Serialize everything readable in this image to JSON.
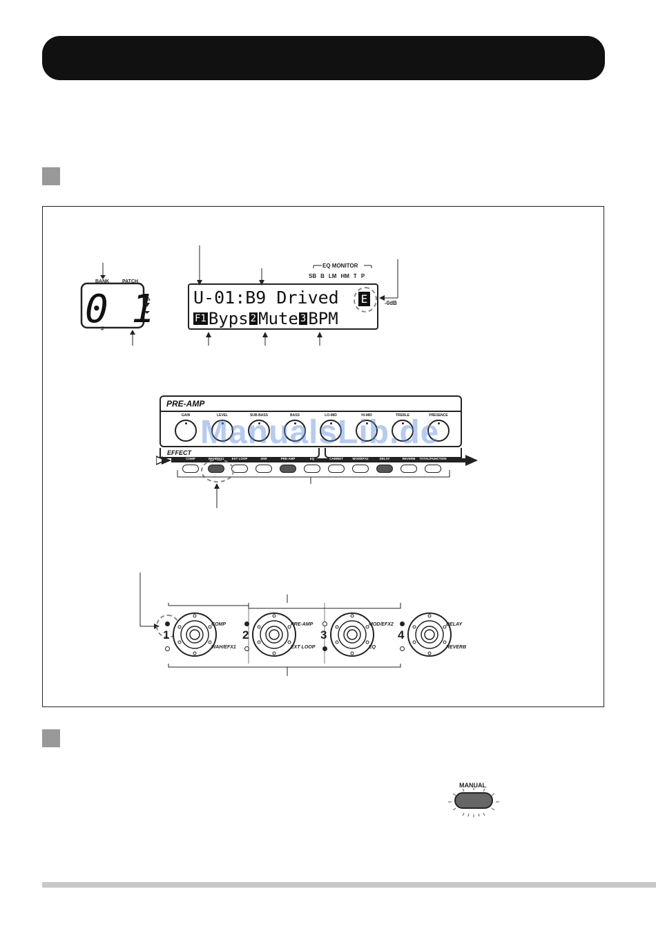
{
  "led_display": {
    "bank_label": "BANK",
    "patch_label": "PATCH",
    "digits": "01",
    "hash_label": "#"
  },
  "lcd": {
    "eq_monitor_label": "EQ MONITOR",
    "eq_bands": [
      "SB",
      "B",
      "LM",
      "HM",
      "T",
      "P"
    ],
    "line1": "U-01:B9 Drived",
    "line2_items": [
      {
        "tag": "F1",
        "text": "Byps"
      },
      {
        "tag": "2",
        "text": "Mute"
      },
      {
        "tag": "3",
        "text": "BPM"
      }
    ],
    "level_label": "-0dB"
  },
  "preamp": {
    "title": "PRE-AMP",
    "knobs": [
      "GAIN",
      "LEVEL",
      "SUB-BASS",
      "BASS",
      "LO-MID",
      "HI-MID",
      "TREBLE",
      "PRESENCE"
    ],
    "effect_label": "EFFECT",
    "modules": [
      {
        "label": "COMP",
        "lit": false
      },
      {
        "label": "WAH/EFX1",
        "lit": true
      },
      {
        "label": "EXT LOOP",
        "lit": false
      },
      {
        "label": "ZNR",
        "lit": false
      },
      {
        "label": "PRE-AMP",
        "lit": true
      },
      {
        "label": "EQ",
        "lit": false
      },
      {
        "label": "CABINET",
        "lit": false
      },
      {
        "label": "MOD/EFX2",
        "lit": false
      },
      {
        "label": "DELAY",
        "lit": true
      },
      {
        "label": "REVERB",
        "lit": false
      },
      {
        "label": "TOTAL/FUNCTION",
        "lit": false
      }
    ]
  },
  "footswitches": [
    {
      "number": "1",
      "upper": "COMP",
      "lower": "WAH/EFX1"
    },
    {
      "number": "2",
      "upper": "PRE-AMP",
      "lower": "EXT LOOP"
    },
    {
      "number": "3",
      "upper": "MOD/EFX2",
      "lower": "EQ"
    },
    {
      "number": "4",
      "upper": "DELAY",
      "lower": "REVERB"
    }
  ],
  "manual_button": {
    "label": "MANUAL"
  },
  "watermark": "ManualsLib.de",
  "colors": {
    "title_bar": "#111111",
    "lit_key": "#555555",
    "watermark": "#5a8ce6"
  }
}
